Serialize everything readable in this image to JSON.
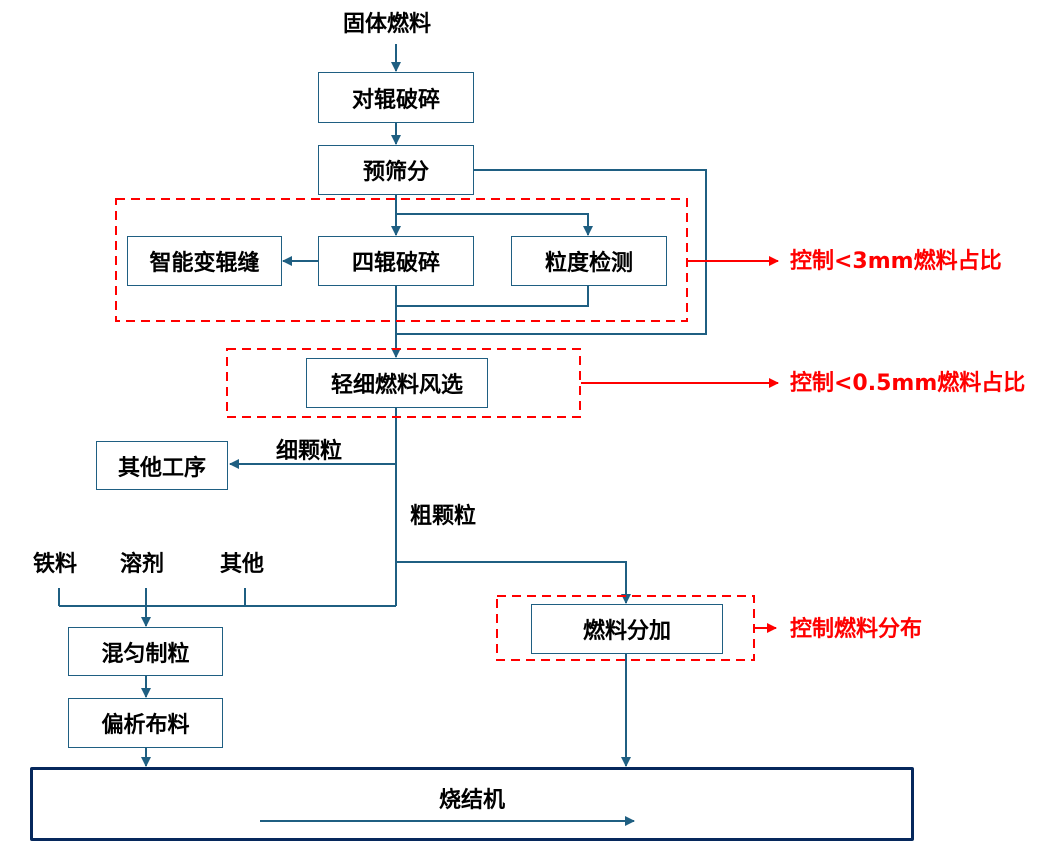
{
  "diagram": {
    "type": "process-flowchart",
    "colors": {
      "line": "#1f5f82",
      "node_border": "#1f5f82",
      "control_highlight": "#ff0000",
      "sinter_border": "#06285c",
      "text": "#000000"
    },
    "input": "固体燃料",
    "nodes": {
      "roller_crush": "对辊破碎",
      "pre_screen": "预筛分",
      "smart_gap": "智能变辊缝",
      "four_roll_crush": "四辊破碎",
      "size_detect": "粒度检测",
      "air_separation": "轻细燃料风选",
      "other_process": "其他工序",
      "mix_granulate": "混匀制粒",
      "segregation_feed": "偏析布料",
      "fuel_split_add": "燃料分加",
      "sinter_machine": "烧结机"
    },
    "edge_labels": {
      "fine": "细颗粒",
      "coarse": "粗颗粒"
    },
    "raw_inputs": [
      "铁料",
      "溶剂",
      "其他"
    ],
    "controls": {
      "lt3mm": "控制<3mm燃料占比",
      "lt05mm": "控制<0.5mm燃料占比",
      "distribution": "控制燃料分布"
    }
  }
}
